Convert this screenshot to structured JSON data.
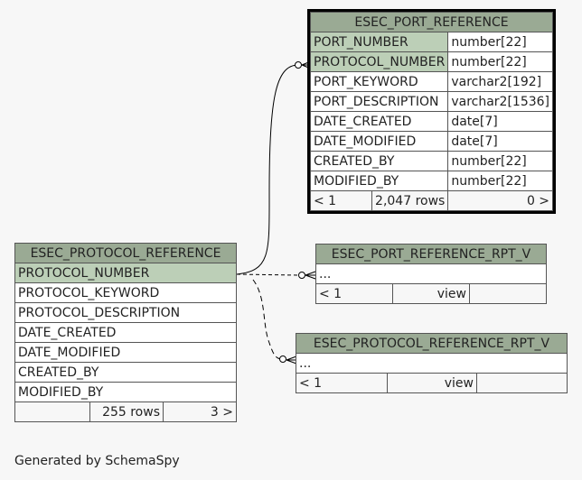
{
  "tables": {
    "port_ref": {
      "name": "ESEC_PORT_REFERENCE",
      "columns": [
        {
          "name": "PORT_NUMBER",
          "type": "number[22]"
        },
        {
          "name": "PROTOCOL_NUMBER",
          "type": "number[22]"
        },
        {
          "name": "PORT_KEYWORD",
          "type": "varchar2[192]"
        },
        {
          "name": "PORT_DESCRIPTION",
          "type": "varchar2[1536]"
        },
        {
          "name": "DATE_CREATED",
          "type": "date[7]"
        },
        {
          "name": "DATE_MODIFIED",
          "type": "date[7]"
        },
        {
          "name": "CREATED_BY",
          "type": "number[22]"
        },
        {
          "name": "MODIFIED_BY",
          "type": "number[22]"
        }
      ],
      "footer": {
        "parents": "< 1",
        "rows": "2,047 rows",
        "children": "0 >"
      }
    },
    "protocol_ref": {
      "name": "ESEC_PROTOCOL_REFERENCE",
      "columns": [
        "PROTOCOL_NUMBER",
        "PROTOCOL_KEYWORD",
        "PROTOCOL_DESCRIPTION",
        "DATE_CREATED",
        "DATE_MODIFIED",
        "CREATED_BY",
        "MODIFIED_BY"
      ],
      "footer": {
        "parents": "",
        "rows": "255 rows",
        "children": "3 >"
      }
    },
    "port_rpt": {
      "name": "ESEC_PORT_REFERENCE_RPT_V",
      "columns": [
        "..."
      ],
      "footer": {
        "parents": "< 1",
        "rows": "view",
        "children": ""
      }
    },
    "protocol_rpt": {
      "name": "ESEC_PROTOCOL_REFERENCE_RPT_V",
      "columns": [
        "..."
      ],
      "footer": {
        "parents": "< 1",
        "rows": "view",
        "children": ""
      }
    }
  },
  "generated_by": "Generated by SchemaSpy"
}
